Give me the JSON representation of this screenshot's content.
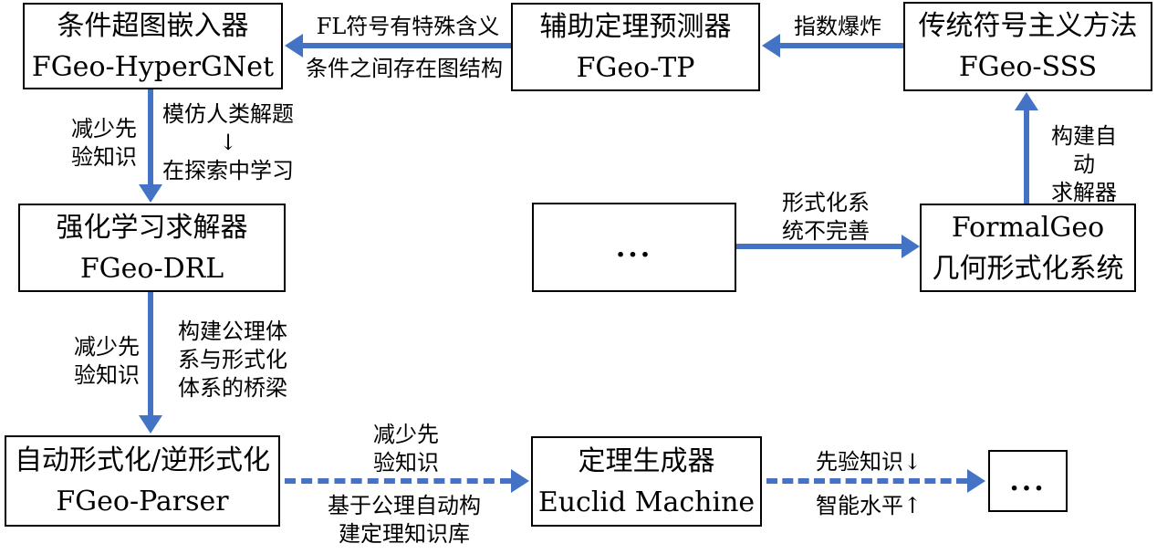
{
  "canvas": {
    "background_color": "#ffffff",
    "arrow_color": "#4472C4",
    "box_border_color": "#000000",
    "text_color": "#000000"
  },
  "boxes": {
    "hypergnet": {
      "line1": "条件超图嵌入器",
      "line2": "FGeo-HyperGNet"
    },
    "tp": {
      "line1": "辅助定理预测器",
      "line2": "FGeo-TP"
    },
    "sss": {
      "line1": "传统符号主义方法",
      "line2": "FGeo-SSS"
    },
    "drl": {
      "line1": "强化学习求解器",
      "line2": "FGeo-DRL"
    },
    "dots_mid": {
      "line1": "..."
    },
    "formalgeo": {
      "line1": "FormalGeo",
      "line2": "几何形式化系统"
    },
    "parser": {
      "line1": "自动形式化/逆形式化",
      "line2": "FGeo-Parser"
    },
    "euclid": {
      "line1": "定理生成器",
      "line2": "Euclid Machine"
    },
    "dots_end": {
      "line1": "..."
    }
  },
  "edge_labels": {
    "tp_hypergnet_above": "FL符号有特殊含义",
    "tp_hypergnet_below": "条件之间存在图结构",
    "sss_tp": "指数爆炸",
    "hypergnet_drl_left": "减少先\n验知识",
    "hypergnet_drl_right": "模仿人类解题\n↓\n在探索中学习",
    "formalgeo_sss": "构建自动\n求解器",
    "dots_formalgeo": "形式化系\n统不完善",
    "drl_parser_left": "减少先\n验知识",
    "drl_parser_right": "构建公理体\n系与形式化\n体系的桥梁",
    "parser_euclid_above": "减少先\n验知识",
    "parser_euclid_below": "基于公理自动构\n建定理知识库",
    "euclid_dots_above": "先验知识↓",
    "euclid_dots_below": "智能水平↑"
  }
}
